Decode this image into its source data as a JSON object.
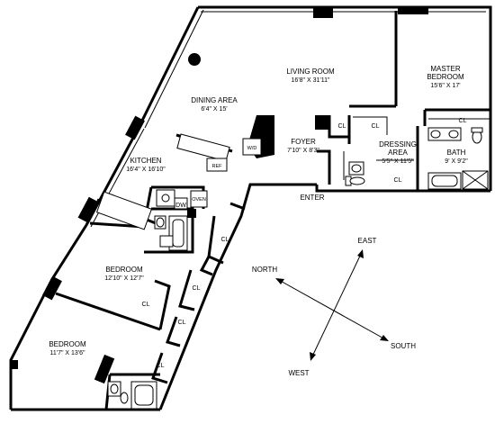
{
  "rooms": {
    "living_room": {
      "name": "LIVING ROOM",
      "dims": "16'8\" X 31'11\""
    },
    "master_bedroom": {
      "name1": "MASTER",
      "name2": "BEDROOM",
      "dims": "15'6\" X 17'"
    },
    "dining_area": {
      "name": "DINING AREA",
      "dims": "6'4\" X 15'"
    },
    "kitchen": {
      "name": "KITCHEN",
      "dims": "16'4\" X 16'10\""
    },
    "foyer": {
      "name": "FOYER",
      "dims": "7'10\" X 8'3\""
    },
    "dressing_area": {
      "name1": "DRESSING",
      "name2": "AREA",
      "dims": "5'5\" X 11'5\""
    },
    "bath": {
      "name": "BATH",
      "dims": "9' X 9'2\""
    },
    "bedroom_1": {
      "name": "BEDROOM",
      "dims": "12'10\" X 12'7\""
    },
    "bedroom_2": {
      "name": "BEDROOM",
      "dims": "11'7\" X 13'6\""
    }
  },
  "labels": {
    "closet": "CL",
    "ref": "REF",
    "dw": "DW",
    "oven": "OVEN",
    "wd": "W/D",
    "enter": "ENTER"
  },
  "compass": {
    "east": "EAST",
    "north": "NORTH",
    "south": "SOUTH",
    "west": "WEST"
  }
}
